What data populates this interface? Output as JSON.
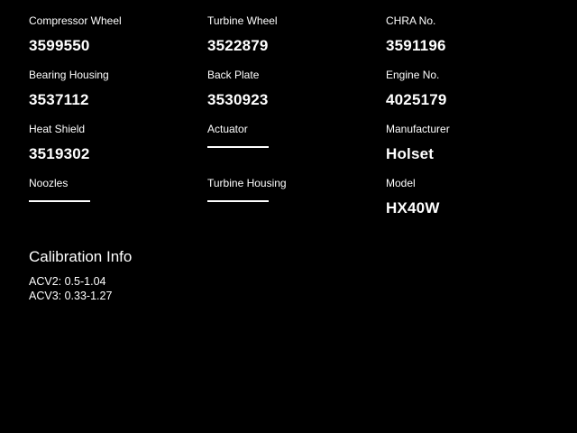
{
  "fields": [
    {
      "label": "Compressor Wheel",
      "value": "3599550",
      "empty": false
    },
    {
      "label": "Turbine Wheel",
      "value": "3522879",
      "empty": false
    },
    {
      "label": "CHRA No.",
      "value": "3591196",
      "empty": false
    },
    {
      "label": "Bearing Housing",
      "value": "3537112",
      "empty": false
    },
    {
      "label": "Back Plate",
      "value": "3530923",
      "empty": false
    },
    {
      "label": "Engine No.",
      "value": "4025179",
      "empty": false
    },
    {
      "label": "Heat Shield",
      "value": "3519302",
      "empty": false
    },
    {
      "label": "Actuator",
      "value": "",
      "empty": true
    },
    {
      "label": "Manufacturer",
      "value": "Holset",
      "empty": false
    },
    {
      "label": "Noozles",
      "value": "",
      "empty": true
    },
    {
      "label": "Turbine Housing",
      "value": "",
      "empty": true
    },
    {
      "label": "Model",
      "value": "HX40W",
      "empty": false
    }
  ],
  "calibration": {
    "title": "Calibration Info",
    "lines": [
      "ACV2: 0.5-1.04",
      "ACV3: 0.33-1.27"
    ]
  },
  "colors": {
    "background": "#000000",
    "text": "#ffffff"
  }
}
